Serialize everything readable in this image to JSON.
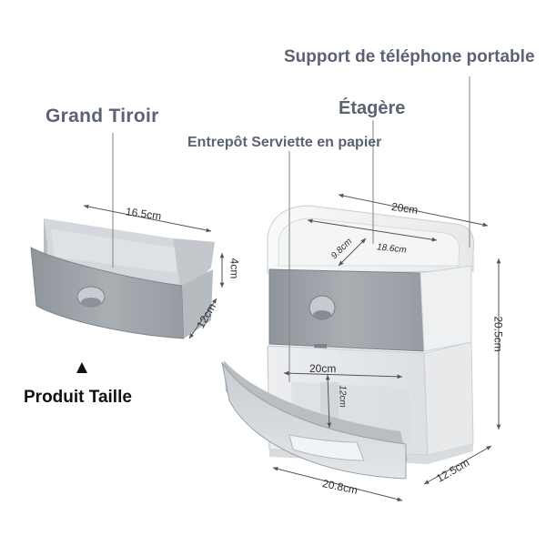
{
  "labels": {
    "phone_holder": "Support de téléphone portable",
    "shelf": "Étagère",
    "large_drawer": "Grand Tiroir",
    "paper_towel_storage": "Entrepôt Serviette en papier",
    "product_size": "Produit Taille"
  },
  "dimensions": {
    "drawer_width": "16.5cm",
    "drawer_height": "4cm",
    "drawer_depth": "12cm",
    "top_width": "20cm",
    "shelf_depth": "9.8cm",
    "shelf_width": "18.6cm",
    "total_height": "20.5cm",
    "inner_width": "20cm",
    "inner_height": "12cm",
    "bottom_width": "20.8cm",
    "bottom_depth": "12.5cm"
  },
  "colors": {
    "gray_accent": "#9ea4aa",
    "white_body": "#f4f5f6",
    "label_text": "#5b6272"
  }
}
